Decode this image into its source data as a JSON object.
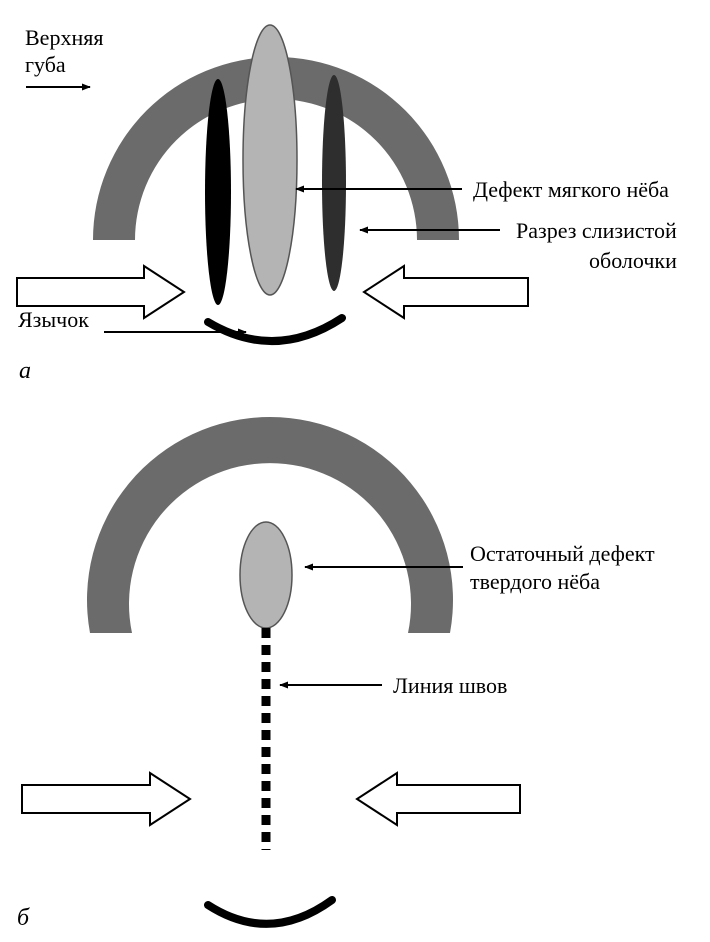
{
  "panel_a": {
    "letter": "а",
    "labels": {
      "upper_lip_line1": "Верхняя",
      "upper_lip_line2": "губа",
      "soft_palate_defect": "Дефект мягкого нёба",
      "mucosa_incision_line1": "Разрез слизистой",
      "mucosa_incision_line2": "оболочки",
      "uvula": "Язычок"
    }
  },
  "panel_b": {
    "letter": "б",
    "labels": {
      "residual_defect_line1": "Остаточный дефект",
      "residual_defect_line2": "твердого нёба",
      "suture_line": "Линия швов"
    }
  },
  "colors": {
    "arch": "#6b6b6b",
    "defect": "#b4b4b4",
    "incision_left": "#000000",
    "incision_right": "#2e2e2e",
    "ink": "#000000",
    "arrow_fill": "#ffffff"
  }
}
